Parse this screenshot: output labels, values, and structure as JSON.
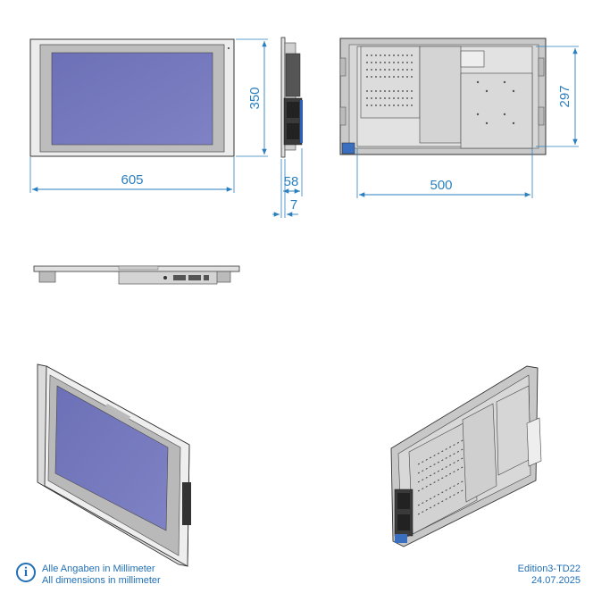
{
  "dimensions": {
    "front_width": "605",
    "front_height": "350",
    "side_depth": "58",
    "side_bezel": "7",
    "rear_width": "500",
    "rear_height": "297"
  },
  "footer": {
    "note_de": "Alle Angaben in Millimeter",
    "note_en": "All dimensions in millimeter",
    "edition": "Edition3-TD22",
    "date": "24.07.2025"
  },
  "colors": {
    "dimension": "#2a7fbf",
    "screen": "#6f73b8",
    "bezel": "#b9b9b9",
    "frame": "#e6e6e6",
    "outline": "#333333"
  },
  "icons": {
    "info": "info-icon"
  }
}
